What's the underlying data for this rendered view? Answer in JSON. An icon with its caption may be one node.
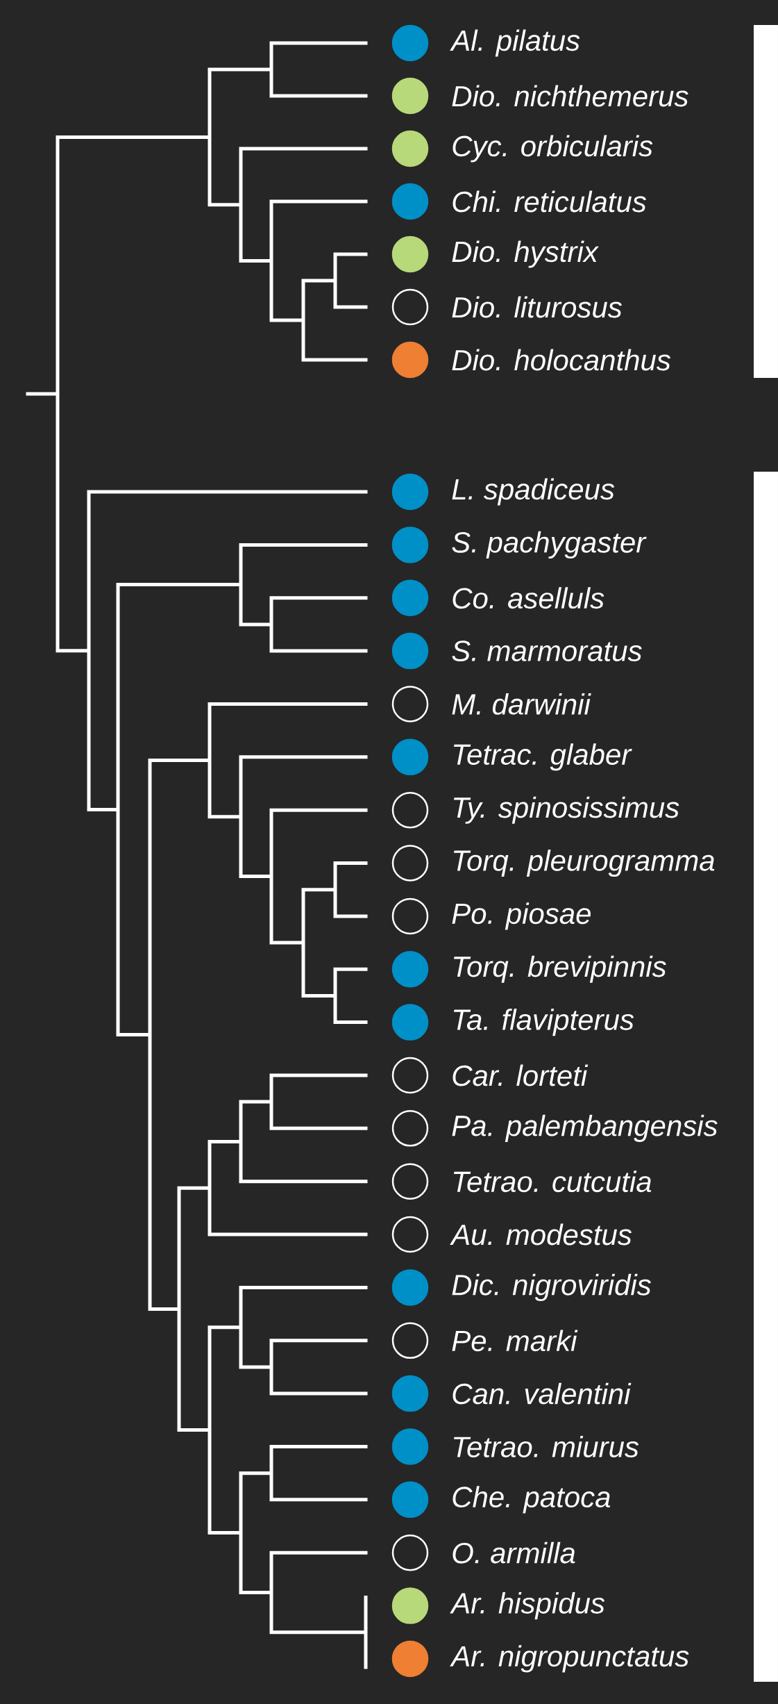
{
  "diagram": {
    "nodes": [
      {
        "text": [
          "Al. pilatus"
        ]
      },
      {
        "text": [
          "Dio. nichthemerus"
        ]
      },
      {
        "text": [
          "Cyc. orbicularis"
        ]
      },
      {
        "text": [
          "Chi. reticulatus"
        ]
      },
      {
        "text": [
          "Dio. hystrix"
        ]
      },
      {
        "text": [
          "Dio. liturosus"
        ]
      },
      {
        "text": [
          "Dio. holocanthus"
        ]
      },
      {
        "text": [
          "L. spadiceus"
        ]
      },
      {
        "text": [
          "S. pachygaster"
        ]
      },
      {
        "text": [
          "Co. aselluls"
        ]
      },
      {
        "text": [
          "S. marmoratus"
        ]
      },
      {
        "text": [
          "M. darwinii"
        ]
      },
      {
        "text": [
          "Tetrac. glaber"
        ]
      },
      {
        "text": [
          "Ty. spinosissimus"
        ]
      },
      {
        "text": [
          "Torq. pleurogramma"
        ]
      },
      {
        "text": [
          "Po. piosae"
        ]
      },
      {
        "text": [
          "Torq. brevipinnis"
        ]
      },
      {
        "text": [
          "Ta. flavipterus"
        ]
      },
      {
        "text": [
          "Car. lorteti"
        ]
      },
      {
        "text": [
          "Pa. palembangensis"
        ]
      },
      {
        "text": [
          "Tetrao. cutcutia"
        ]
      },
      {
        "text": [
          "Au. modestus"
        ]
      },
      {
        "text": [
          "Dic. nigroviridis"
        ]
      },
      {
        "text": [
          "Pe. marki"
        ]
      },
      {
        "text": [
          "Can. valentini"
        ]
      },
      {
        "text": [
          "Tetrao. miurus"
        ]
      },
      {
        "text": [
          "Che. patoca"
        ]
      },
      {
        "text": [
          "O. armilla"
        ]
      },
      {
        "text": [
          "Ar. hispidus"
        ]
      },
      {
        "text": [
          "Ar. nigropunctatus"
        ]
      },
      {
        "text": [],
        "shape": "bar"
      },
      {
        "text": [],
        "shape": "bar"
      }
    ]
  }
}
